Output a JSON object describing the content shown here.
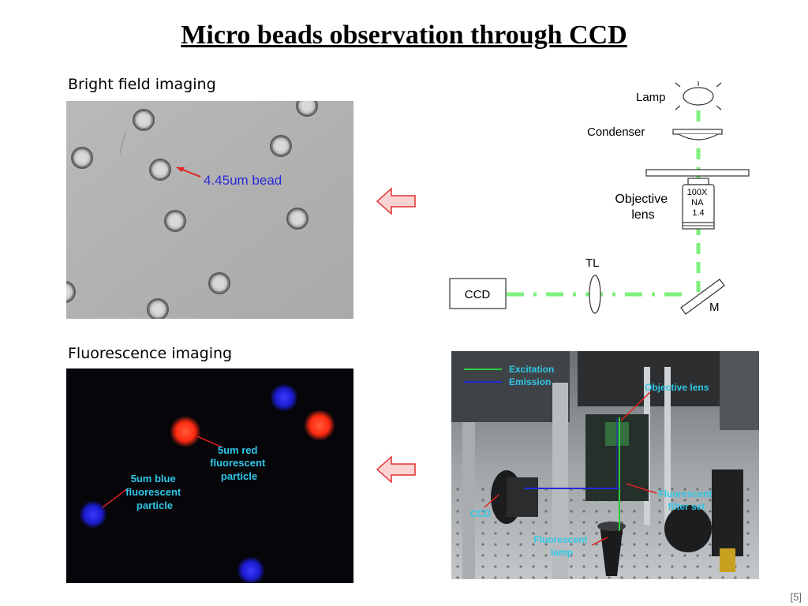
{
  "slide": {
    "title": "Micro beads observation through CCD",
    "page_number": "[5]"
  },
  "bright_field": {
    "heading": "Bright field imaging",
    "annotation": "4.45um bead"
  },
  "fluorescence": {
    "heading": "Fluorescence imaging",
    "red_label": [
      "5um red",
      "fluorescent",
      "particle"
    ],
    "blue_label": [
      "5um blue",
      "fluorescent",
      "particle"
    ]
  },
  "optics_diagram": {
    "lamp": "Lamp",
    "condenser": "Condenser",
    "objective_lens": [
      "Objective",
      "lens"
    ],
    "objective_spec": [
      "100X",
      "NA",
      "1.4"
    ],
    "tl": "TL",
    "ccd": "CCD",
    "mirror": "M"
  },
  "setup_photo": {
    "legend_excitation": "Excitation",
    "legend_emission": "Emission",
    "objective_lens": "Objective lens",
    "fluorescent_filter_set": [
      "Fluorescent",
      "filter set"
    ],
    "ccd": "CCD",
    "fluorescent_lamp": [
      "Fluorescent",
      "lamp"
    ]
  },
  "colors": {
    "excitation": "#2ecc40",
    "emission": "#1f2bd6",
    "beam": "#7ef07e",
    "arrow_fill": "#fbd3d3",
    "arrow_stroke": "#e03030",
    "annotation_text": "#2a2ad8",
    "photo_label": "#30c8e8"
  }
}
